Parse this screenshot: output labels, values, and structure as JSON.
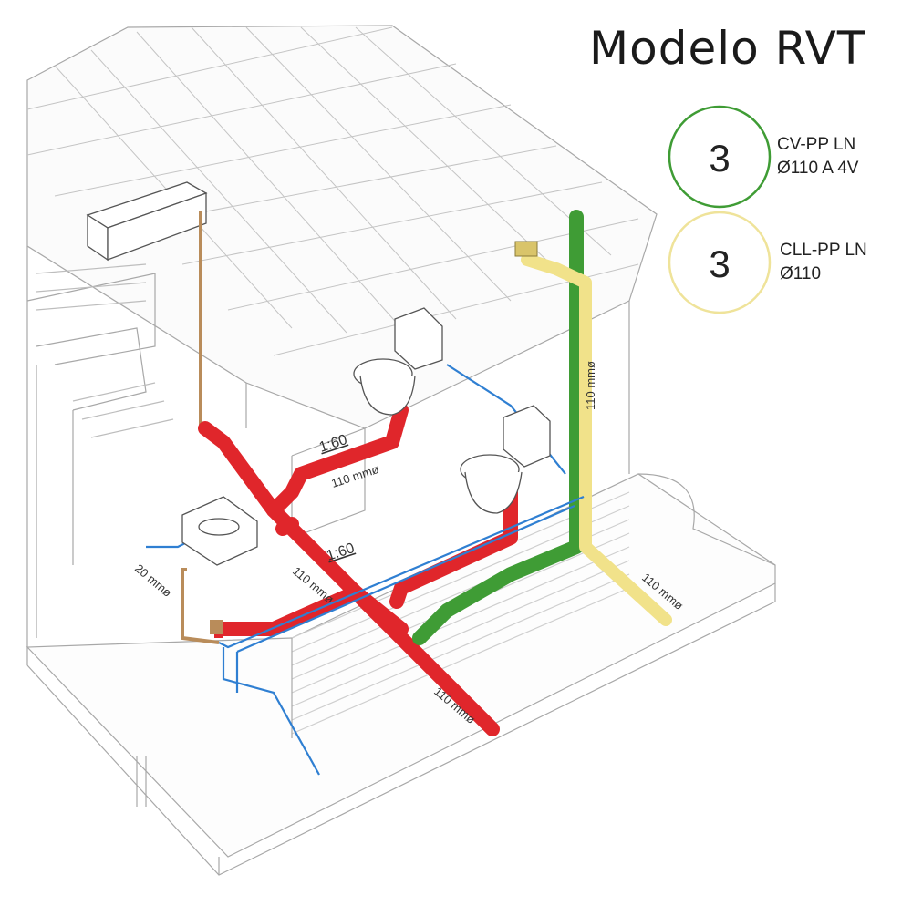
{
  "title": "Modelo RVT",
  "legend": [
    {
      "number": "3",
      "line1": "CV-PP LN",
      "line2": "Ø110 A 4V",
      "color": "#2e9e3a"
    },
    {
      "number": "3",
      "line1": "CLL-PP LN",
      "line2": "Ø110",
      "color": "#efe39a"
    }
  ],
  "labels": {
    "slope_upper": "1:60",
    "slope_lower": "1:60",
    "dim_upper": "110 mmø",
    "dim_mid": "110 mmø",
    "dim_lower": "110 mmø",
    "dim_green": "110 mmø",
    "dim_yellow": "110 mmø",
    "dim_sink": "20 mmø"
  },
  "colors": {
    "sewer": "#e0262b",
    "vent": "#3f9c35",
    "rain": "#f1e28a",
    "water": "#2f7fd2",
    "drain_small": "#b98c5a",
    "outline": "#9a9a9a"
  }
}
